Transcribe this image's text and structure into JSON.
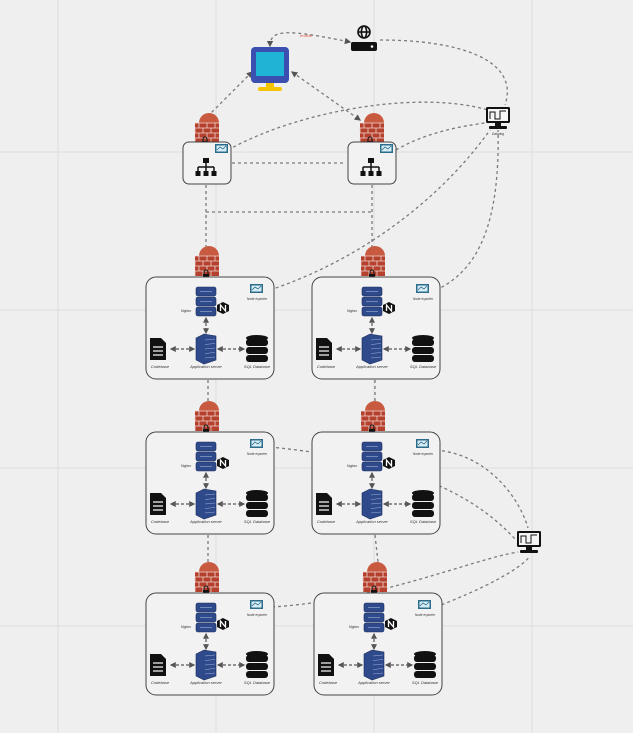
{
  "labels": {
    "nginx": "Nginx",
    "codebase": "Codebase",
    "app_server": "Application server",
    "sql_db": "SQL Database",
    "node_exporter": "Node exporter",
    "monitor_top": "Datadog",
    "globe_link": "enable"
  },
  "colors": {
    "background": "#efefef",
    "grid": "#e0e0e0",
    "dash": "#7a7a7a",
    "firewall": "#b5402d",
    "server_blue": "#2f4a8a",
    "link_red": "#e05a4a",
    "monitor_screen": "#1fb4d6",
    "monitor_frame": "#3a4fb0",
    "monitor_stand": "#f5c400"
  },
  "icons": [
    "client-monitor-icon",
    "globe-icon",
    "router-icon",
    "firewall-icon",
    "load-balancer-icon",
    "padlock-icon",
    "server-stack-icon",
    "nginx-icon",
    "document-icon",
    "database-icon",
    "node-exporter-icon",
    "monitoring-terminal-icon"
  ]
}
